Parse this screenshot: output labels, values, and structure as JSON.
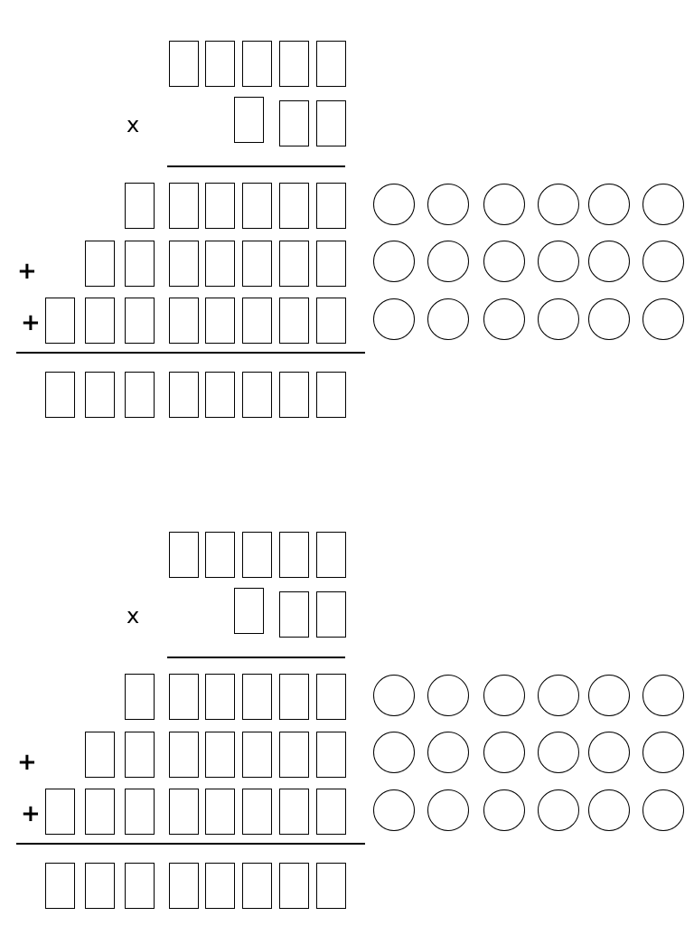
{
  "problems": [
    {
      "multiply_sign": "x",
      "plus_signs": [
        "+",
        "+"
      ],
      "multiplicand_digit_count": 5,
      "multiplier_digit_count": 3,
      "partial_product_digit_counts": [
        6,
        7,
        8
      ],
      "answer_digit_count": 8,
      "carry_circle_rows": 3,
      "carry_circles_per_row": 6
    },
    {
      "multiply_sign": "x",
      "plus_signs": [
        "+",
        "+"
      ],
      "multiplicand_digit_count": 5,
      "multiplier_digit_count": 3,
      "partial_product_digit_counts": [
        6,
        7,
        8
      ],
      "answer_digit_count": 8,
      "carry_circle_rows": 3,
      "carry_circles_per_row": 6
    }
  ]
}
